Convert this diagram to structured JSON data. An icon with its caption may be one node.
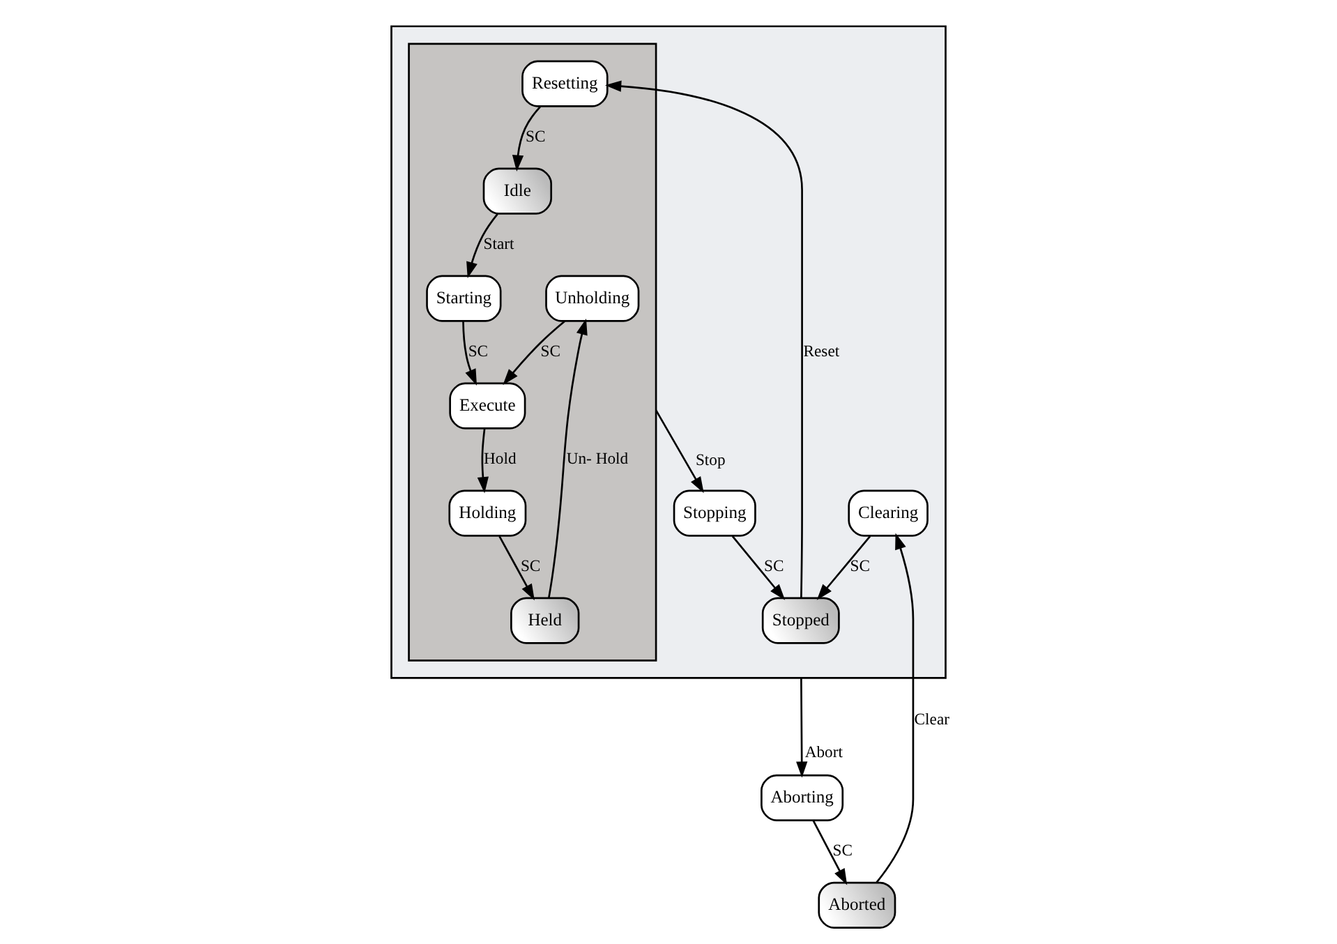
{
  "diagram": {
    "nodes": [
      {
        "text": [],
        "shape": "box"
      },
      {
        "text": [],
        "shape": "box",
        "in": 0
      },
      {
        "text": [
          "Unholding"
        ],
        "in": 1
      },
      {
        "text": [
          "Held"
        ],
        "in": 1
      },
      {
        "text": [
          "Holding"
        ],
        "in": 1
      },
      {
        "text": [
          "Idle"
        ],
        "in": 1
      },
      {
        "text": [
          "Starting"
        ],
        "in": 1
      },
      {
        "text": [
          "Execute"
        ],
        "in": 1
      },
      {
        "text": [
          "Resetting"
        ],
        "in": 1
      },
      {
        "text": [
          "Stopped"
        ],
        "in": 0
      },
      {
        "text": [
          "Stopping"
        ],
        "in": 0
      },
      {
        "text": [
          "Clearing"
        ],
        "in": 0
      },
      {
        "text": [
          "Aborted"
        ]
      },
      {
        "text": [
          "Aborting"
        ]
      }
    ],
    "edges": [
      {
        "from": 4,
        "to": 3,
        "arrow": "to",
        "label": "SC"
      },
      {
        "from": 3,
        "to": 2,
        "arrow": "to",
        "label": "Un- Hold"
      },
      {
        "from": 2,
        "to": 7,
        "arrow": "to",
        "label": "SC"
      },
      {
        "from": 7,
        "to": 4,
        "arrow": "to",
        "label": "Hold"
      },
      {
        "from": 5,
        "to": 6,
        "arrow": "to",
        "label": "Start"
      },
      {
        "from": 6,
        "to": 7,
        "arrow": "to",
        "label": "SC"
      },
      {
        "from": 8,
        "to": 5,
        "arrow": "to",
        "label": "SC"
      },
      {
        "from": 9,
        "to": 8,
        "arrow": "to",
        "label": "Reset"
      },
      {
        "from": 1,
        "to": 10,
        "arrow": "to",
        "label": "Stop"
      },
      {
        "from": 0,
        "to": 13,
        "arrow": "to",
        "label": "Abort"
      },
      {
        "from": 13,
        "to": 12,
        "arrow": "to",
        "label": "SC"
      },
      {
        "from": 12,
        "to": 11,
        "arrow": "to",
        "label": "Clear"
      },
      {
        "from": 11,
        "to": 9,
        "arrow": "to",
        "label": "SC"
      },
      {
        "from": 10,
        "to": 9,
        "arrow": "to",
        "label": "SC"
      }
    ]
  }
}
